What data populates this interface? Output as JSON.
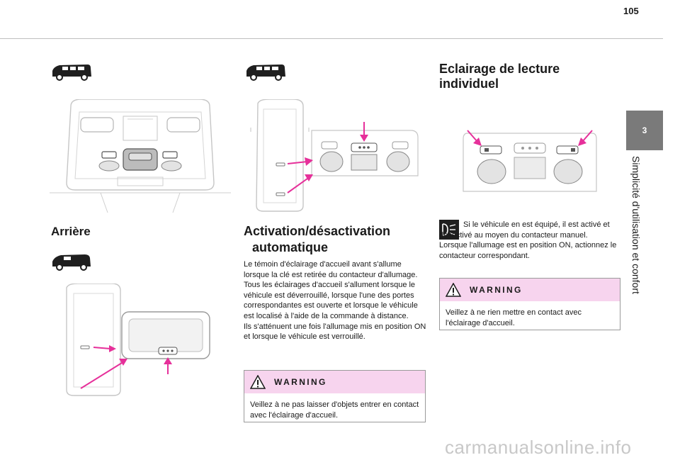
{
  "page": {
    "number": "105",
    "chapter_number": "3",
    "chapter_title": "Simplicité d'utilisation et confort"
  },
  "left_column": {
    "heading_rear": "Arrière"
  },
  "middle_column": {
    "heading_line1": "Activation/désactivation",
    "heading_line2": "automatique",
    "body": [
      "Le témoin d'éclairage d'accueil avant s'allume lorsque la clé est retirée du contacteur d'allumage.",
      "Tous les éclairages d'accueil s'allument lorsque le véhicule est déverrouillé, lorsque l'une des portes correspondantes est ouverte et lorsque le véhicule est localisé à l'aide de la commande à distance.",
      "Ils s'atténuent une fois l'allumage mis en position ON et lorsque le véhicule est verrouillé."
    ],
    "warning_label": "WARNING",
    "warning_text": "Veillez à ne pas laisser d'objets entrer en contact avec l'éclairage d'accueil."
  },
  "right_column": {
    "heading_line1": "Eclairage de lecture",
    "heading_line2": "individuel",
    "note_part1": "Si le véhicule en est équipé, il est activé et désactivé au moyen du contacteur manuel.",
    "note_part2": "Lorsque l'allumage est en position ON, actionnez le contacteur correspondant.",
    "warning_label": "WARNING",
    "warning_text": "Veillez à ne rien mettre en contact avec l'éclairage d'accueil."
  },
  "icons": {
    "van": "van-icon",
    "warning": "warning-triangle-icon",
    "note": "light-switch-icon",
    "arrow_color": "#e6309a"
  },
  "watermark": "carmanualsonline.info"
}
